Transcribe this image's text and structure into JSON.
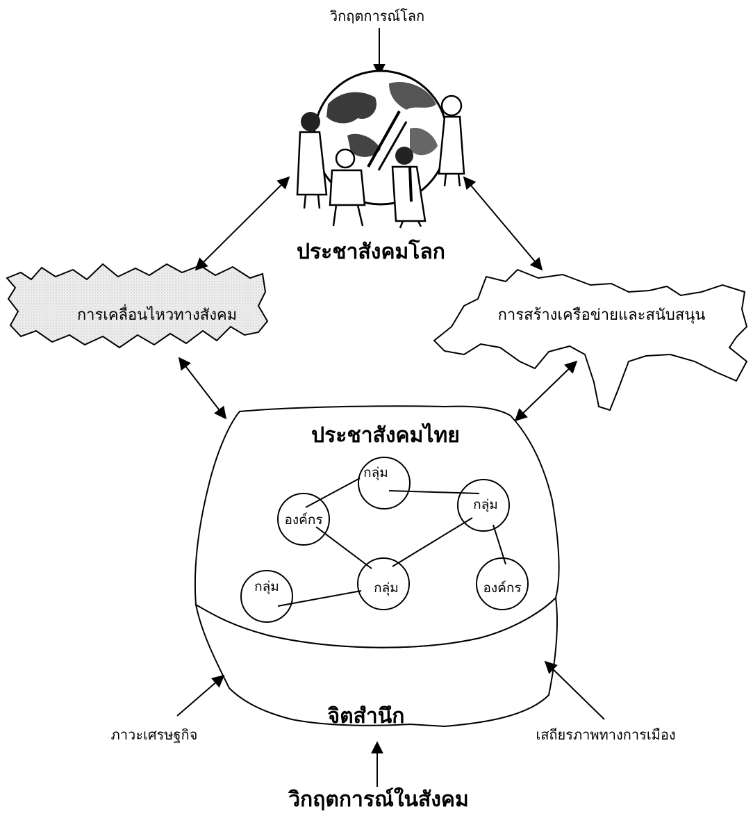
{
  "top_crisis": "วิกฤตการณ์โลก",
  "global_civil_society": "ประชาสังคมโลก",
  "social_movement": "การเคลื่อนไหวทางสังคม",
  "network_support": "การสร้างเครือข่ายและสนับสนุน",
  "thai_civil_society": "ประชาสังคมไทย",
  "consciousness": "จิตสำนึก",
  "economy": "ภาวะเศรษฐกิจ",
  "political_stability": "เสถียรภาพทางการเมือง",
  "bottom_crisis": "วิกฤตการณ์ในสังคม",
  "nodes": [
    "กลุ่ม",
    "องค์กร",
    "กลุ่ม",
    "กลุ่ม",
    "กลุ่ม",
    "องค์กร"
  ]
}
